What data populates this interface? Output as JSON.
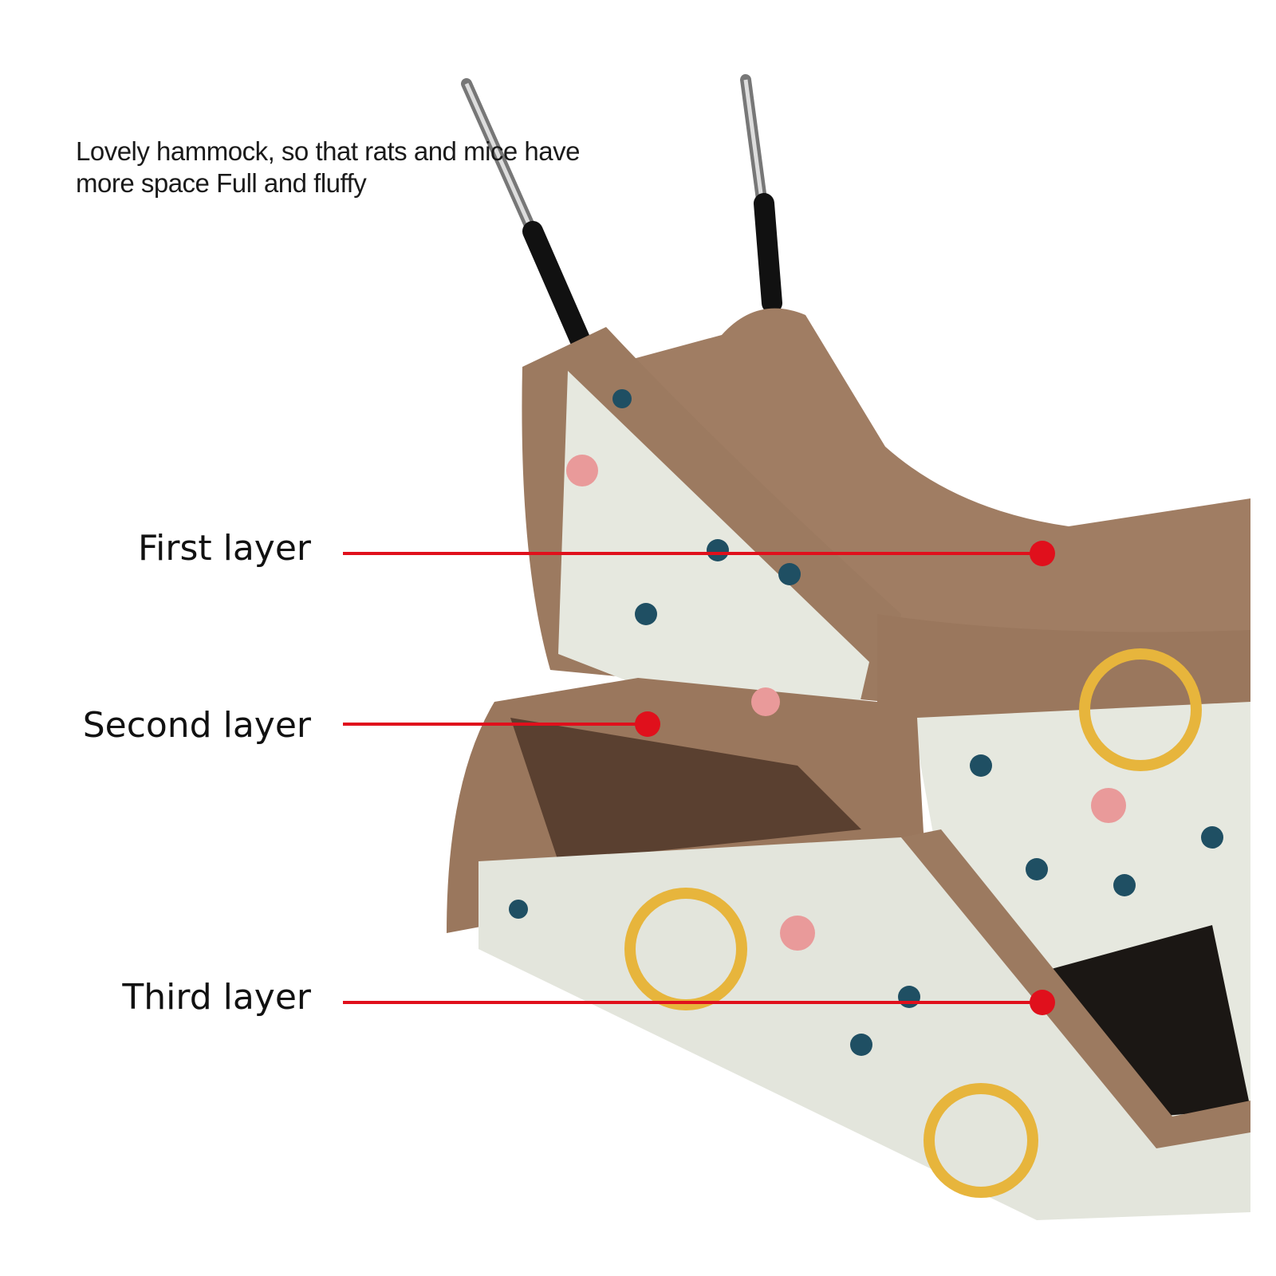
{
  "caption": {
    "line1": "Lovely hammock, so that rats and mice have",
    "line2": "more space  Full and fluffy"
  },
  "layers": [
    {
      "label": "First layer"
    },
    {
      "label": "Second layer"
    },
    {
      "label": "Third layer"
    }
  ],
  "colors": {
    "accent_line": "#e0101c",
    "fur": "#9c7a60",
    "fabric": "#e6e8df",
    "heart_blue": "#1f4f63",
    "heart_pink": "#e99a9a",
    "badge_yellow": "#e7b53c"
  }
}
